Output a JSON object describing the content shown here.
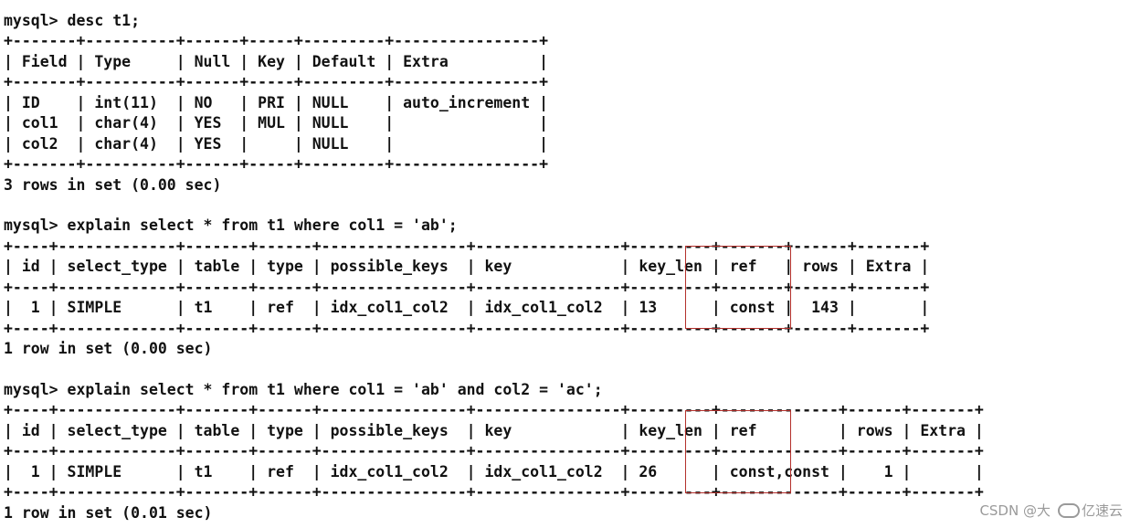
{
  "console": {
    "lines": [
      "mysql> desc t1;",
      "+-------+----------+------+-----+---------+----------------+",
      "| Field | Type     | Null | Key | Default | Extra          |",
      "+-------+----------+------+-----+---------+----------------+",
      "| ID    | int(11)  | NO   | PRI | NULL    | auto_increment |",
      "| col1  | char(4)  | YES  | MUL | NULL    |                |",
      "| col2  | char(4)  | YES  |     | NULL    |                |",
      "+-------+----------+------+-----+---------+----------------+",
      "3 rows in set (0.00 sec)",
      "",
      "mysql> explain select * from t1 where col1 = 'ab';",
      "+----+-------------+-------+------+----------------+----------------+---------+-------+------+-------+",
      "| id | select_type | table | type | possible_keys  | key            | key_len | ref   | rows | Extra |",
      "+----+-------------+-------+------+----------------+----------------+---------+-------+------+-------+",
      "|  1 | SIMPLE      | t1    | ref  | idx_col1_col2  | idx_col1_col2  | 13      | const |  143 |       |",
      "+----+-------------+-------+------+----------------+----------------+---------+-------+------+-------+",
      "1 row in set (0.00 sec)",
      "",
      "mysql> explain select * from t1 where col1 = 'ab' and col2 = 'ac';",
      "+----+-------------+-------+------+----------------+----------------+---------+-------------+------+-------+",
      "| id | select_type | table | type | possible_keys  | key            | key_len | ref         | rows | Extra |",
      "+----+-------------+-------+------+----------------+----------------+---------+-------------+------+-------+",
      "|  1 | SIMPLE      | t1    | ref  | idx_col1_col2  | idx_col1_col2  | 26      | const,const |    1 |       |",
      "+----+-------------+-------+------+----------------+----------------+---------+-------------+------+-------+",
      "1 row in set (0.01 sec)"
    ]
  },
  "watermark": {
    "text": "CSDN @大",
    "brand": "亿速云"
  },
  "colors": {
    "highlight_box": "#b3302c",
    "text": "#111111"
  }
}
